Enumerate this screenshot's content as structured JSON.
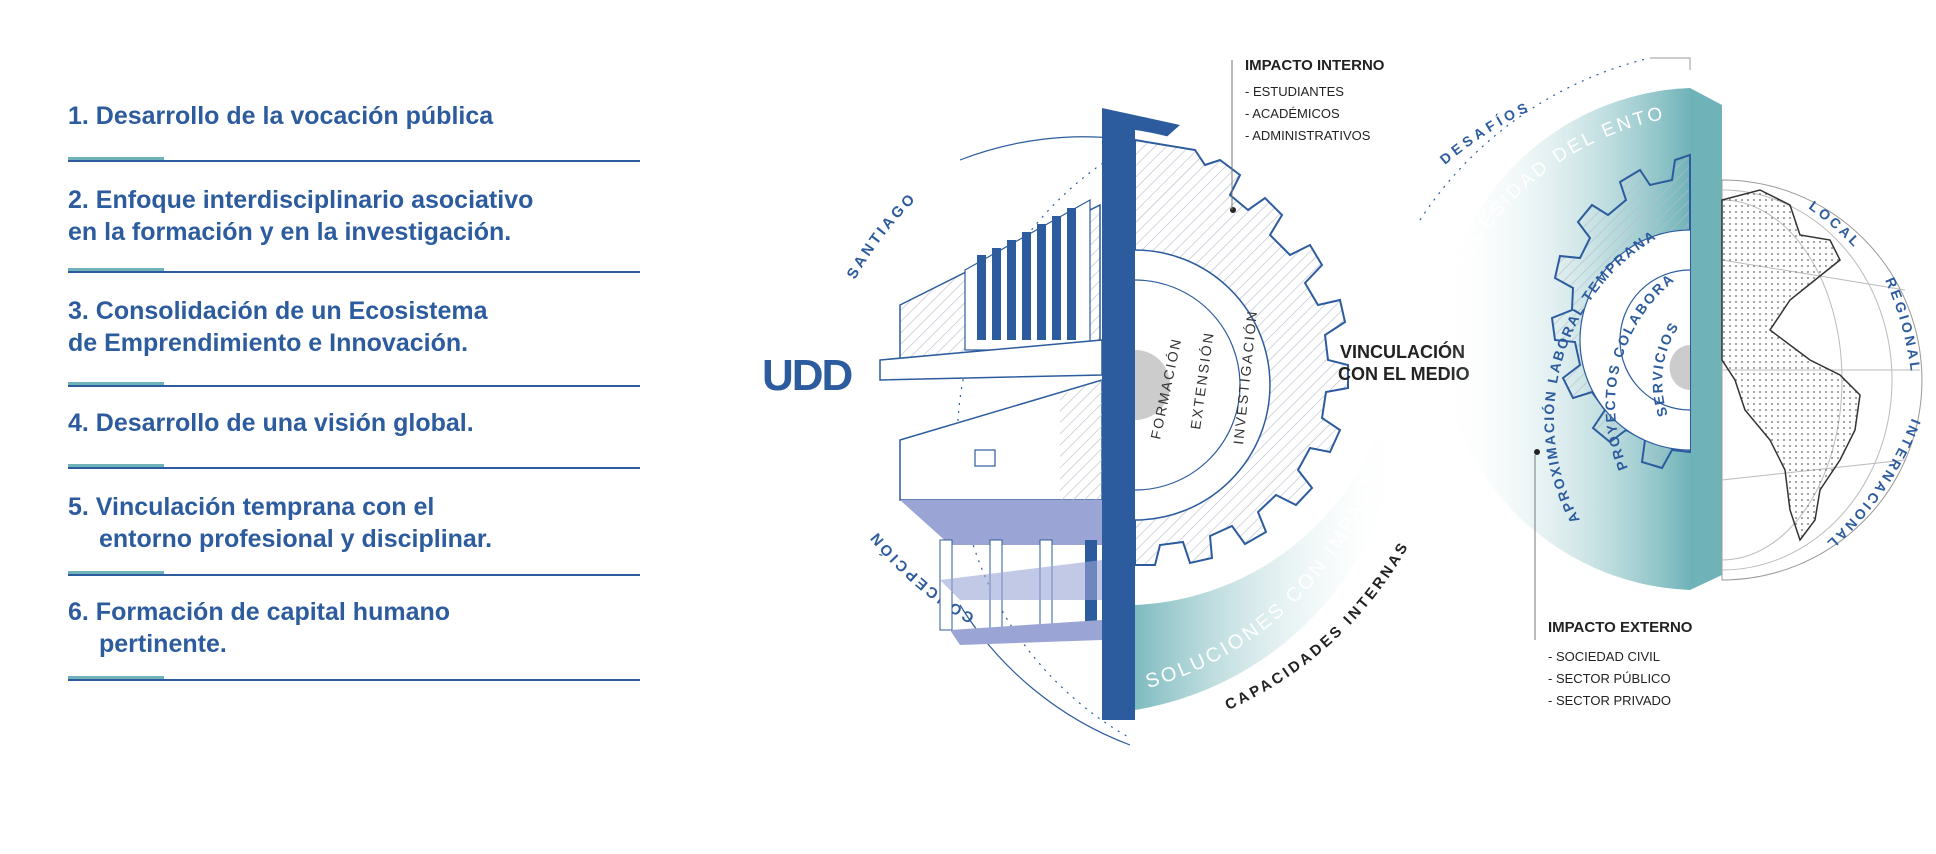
{
  "list": [
    {
      "lines": [
        "1. Desarrollo de la vocación pública"
      ]
    },
    {
      "lines": [
        "2. Enfoque interdisciplinario asociativo",
        "en la formación y en la investigación."
      ]
    },
    {
      "lines": [
        "3. Consolidación de un Ecosistema",
        "de Emprendimiento e Innovación."
      ]
    },
    {
      "lines": [
        "4. Desarrollo de una visión global."
      ]
    },
    {
      "lines": [
        "5. Vinculación temprana con el",
        "entorno profesional y disciplinar."
      ]
    },
    {
      "lines": [
        "6. Formación de capital humano",
        "pertinente."
      ]
    }
  ],
  "diagram": {
    "logo": "UDD",
    "center": [
      "VINCULACIÓN",
      "CON EL MEDIO"
    ],
    "impacto_interno": {
      "title": "IMPACTO INTERNO",
      "items": [
        "- ESTUDIANTES",
        "- ACADÉMICOS",
        "- ADMINISTRATIVOS"
      ]
    },
    "impacto_externo": {
      "title": "IMPACTO EXTERNO",
      "items": [
        "- SOCIEDAD CIVIL",
        "- SECTOR PÚBLICO",
        "- SECTOR PRIVADO"
      ]
    },
    "left_arc": {
      "santiago": "SANTIAGO",
      "concepcion": "CONCEPCIÓN"
    },
    "left_gear": {
      "formacion": "FORMACIÓN",
      "extension": "EXTENSIÓN",
      "investigacion": "INVESTIGACIÓN"
    },
    "soluciones": "SOLUCIONES CON IMPACTO",
    "capacidades": "CAPACIDADES INTERNAS",
    "desafios": "DESAFÍOS",
    "necesidad": "NECESIDAD DEL ENTORNO",
    "right_gear": {
      "aproximacion": "APROXIMACIÓN LABORAL TEMPRANA",
      "proyectos": "PROYECTOS COLABORATIVOS",
      "servicios": "SERVICIOS"
    },
    "right_arc": {
      "local": "LOCAL",
      "regional": "REGIONAL",
      "internacional": "INTERNACIONAL"
    },
    "colors": {
      "blue": "#2d5c9e",
      "teal": "#6fb3b8",
      "lilac": "#9aa5d6",
      "dark": "#222222"
    }
  }
}
